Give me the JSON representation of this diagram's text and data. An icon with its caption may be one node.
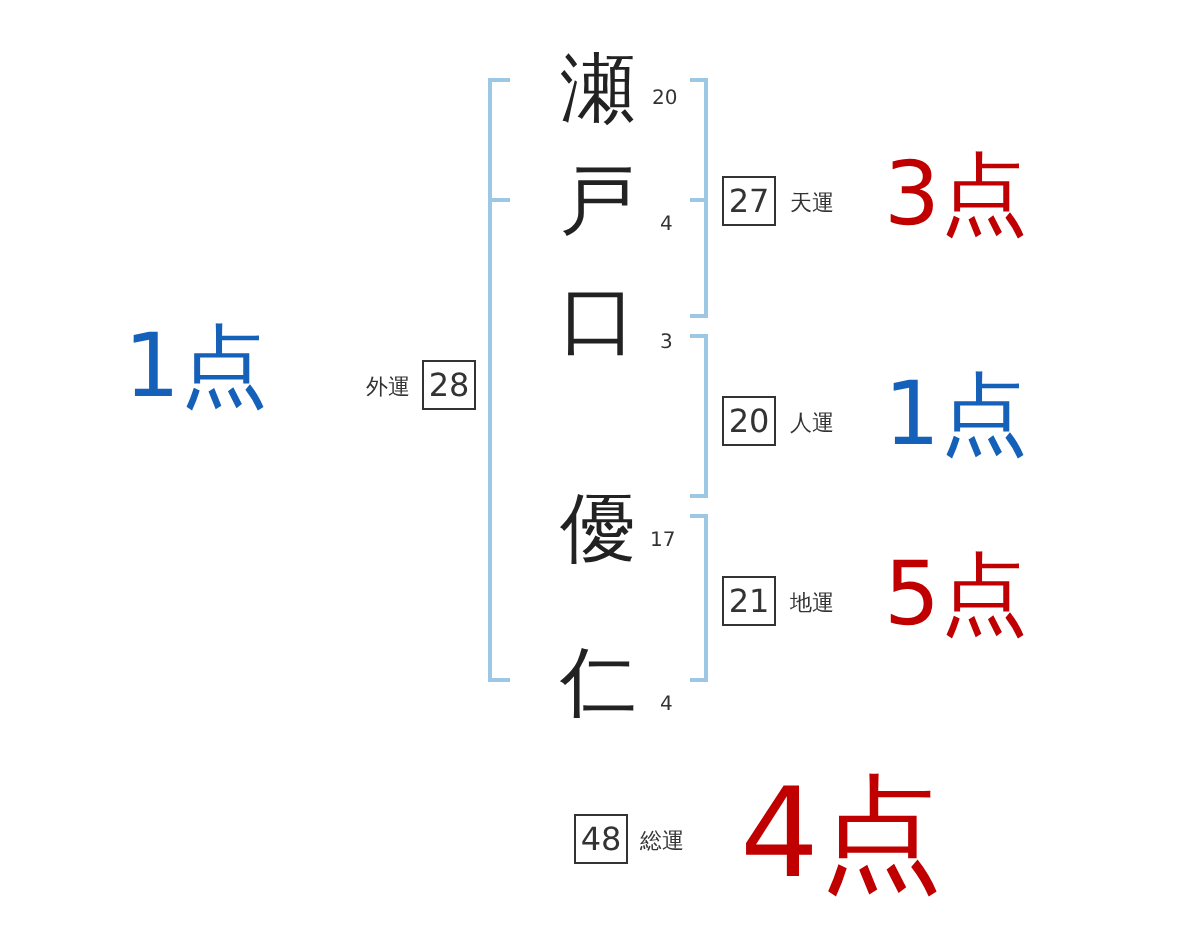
{
  "diagram": {
    "nodes": [
      {
        "text": [
          "28"
        ],
        "beside": [
          "外運",
          "1点"
        ]
      },
      {
        "text": [
          "27"
        ],
        "beside": [
          "天運",
          "3点"
        ]
      },
      {
        "text": [
          "20"
        ],
        "beside": [
          "人運",
          "1点"
        ]
      },
      {
        "text": [
          "21"
        ],
        "beside": [
          "地運",
          "5点"
        ]
      },
      {
        "text": [
          "48"
        ],
        "beside": [
          "総運",
          "4点"
        ]
      }
    ],
    "labels": [
      "瀬",
      "20",
      "戸",
      "4",
      "口",
      "3",
      "優",
      "17",
      "仁",
      "4"
    ]
  }
}
